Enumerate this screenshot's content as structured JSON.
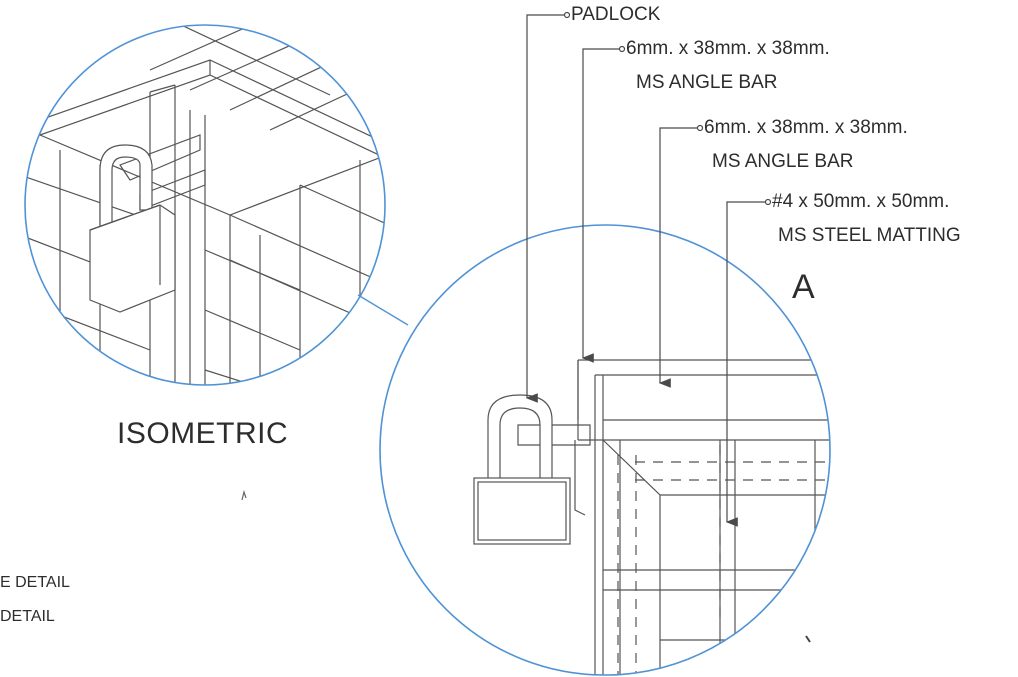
{
  "callouts": {
    "padlock": "PADLOCK",
    "angle_bar_1_size": "6mm. x 38mm. x 38mm.",
    "angle_bar_1_name": "MS ANGLE BAR",
    "angle_bar_2_size": "6mm. x 38mm. x 38mm.",
    "angle_bar_2_name": "MS ANGLE BAR",
    "matting_size": "#4 x 50mm. x 50mm.",
    "matting_name": "MS STEEL MATTING"
  },
  "detail_marker": "A",
  "view_title": "ISOMETRIC",
  "left_notes": [
    "E DETAIL",
    "DETAIL"
  ],
  "colors": {
    "line": "#4a4a4a",
    "circle": "#4f93d6",
    "text": "#2d2d2d"
  }
}
